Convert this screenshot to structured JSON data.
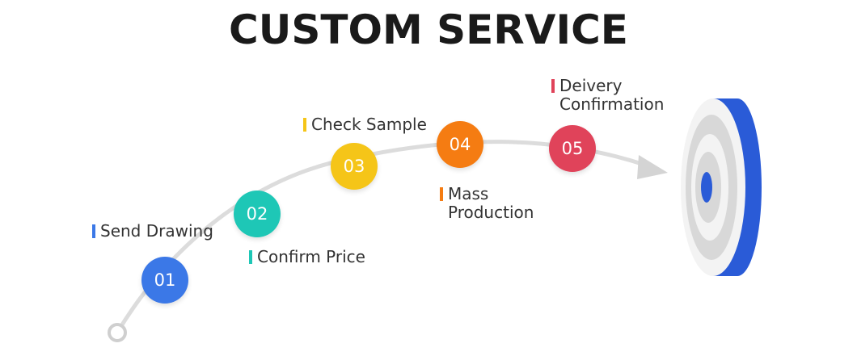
{
  "title": "CUSTOM SERVICE",
  "steps": [
    {
      "number": "01",
      "label": "Send Drawing",
      "color": "#3b78e7"
    },
    {
      "number": "02",
      "label": "Confirm Price",
      "color": "#1ec7b6"
    },
    {
      "number": "03",
      "label": "Check Sample",
      "color": "#f5c518"
    },
    {
      "number": "04",
      "label_line1": "Mass",
      "label_line2": "Production",
      "color": "#f57c12"
    },
    {
      "number": "05",
      "label_line1": "Deivery",
      "label_line2": "Confirmation",
      "color": "#e0435a"
    }
  ],
  "colors": {
    "path": "#dcdcdc",
    "target_blue": "#2a5bd7",
    "target_gray": "#d6d6d6",
    "target_light": "#f2f2f2"
  },
  "target_icon": "target-icon"
}
